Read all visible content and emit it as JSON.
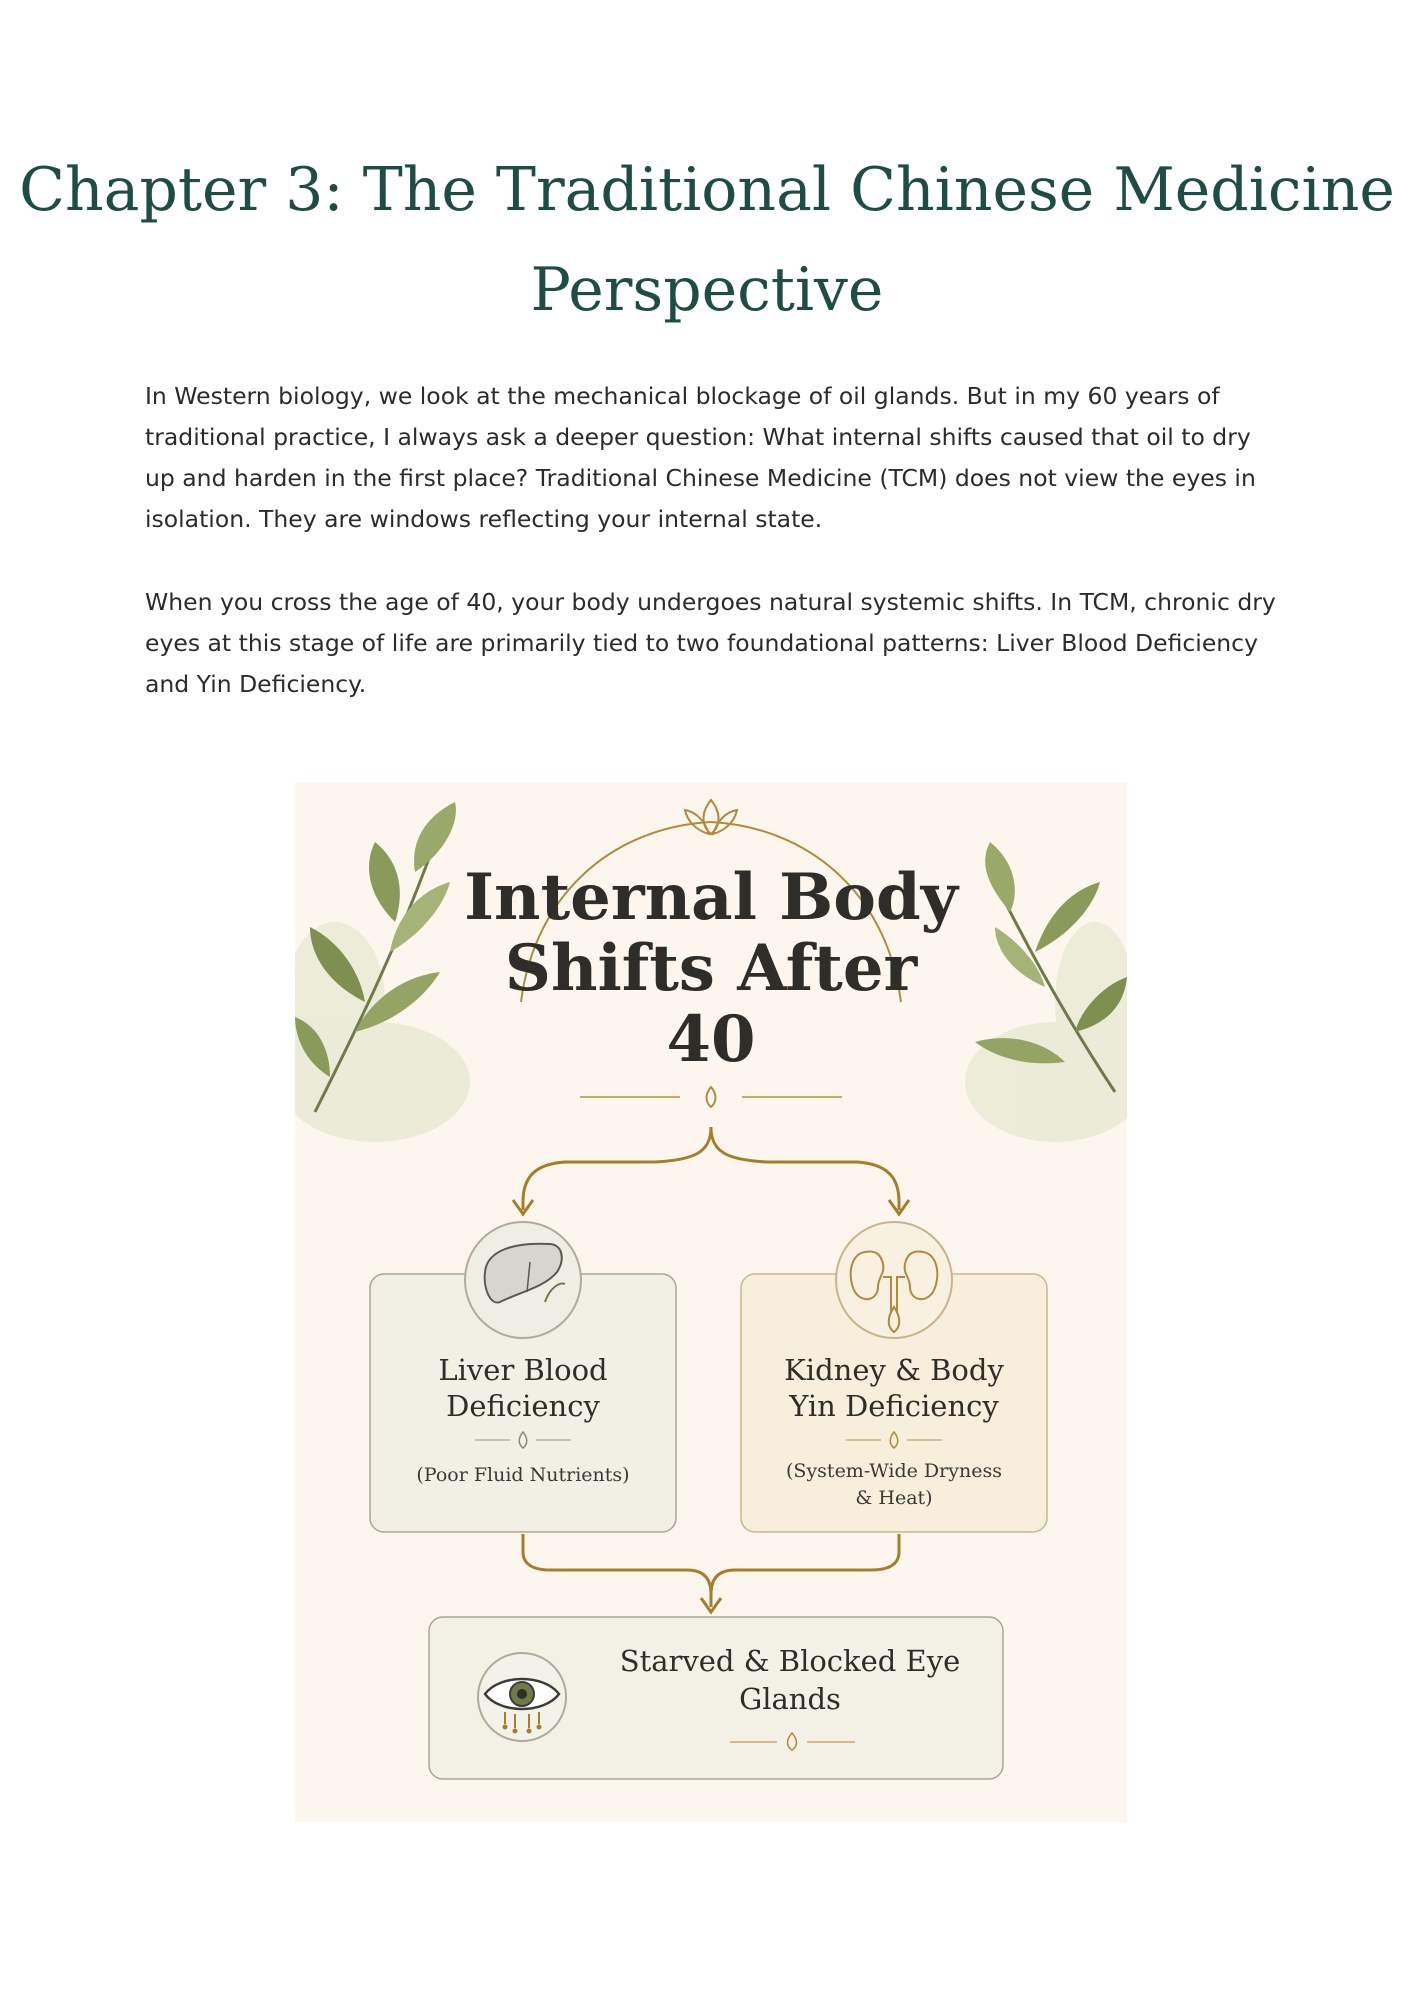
{
  "chapter": {
    "title": "Chapter 3: The Traditional Chinese Medicine Perspective",
    "paragraphs": [
      "In Western biology, we look at the mechanical blockage of oil glands. But in my 60 years of traditional practice, I always ask a deeper question: What internal shifts caused that oil to dry up and harden in the first place? Traditional Chinese Medicine (TCM) does not view the eyes in isolation. They are windows reflecting your internal state.",
      "When you cross the age of 40, your body undergoes natural systemic shifts. In TCM, chronic dry eyes at this stage of life are primarily tied to two foundational patterns: Liver Blood Deficiency and Yin Deficiency."
    ]
  },
  "infographic": {
    "title": "Internal Body Shifts After 40",
    "cards": [
      {
        "title": "Liver Blood Deficiency",
        "subtitle": "(Poor Fluid Nutrients)",
        "icon": "liver-icon"
      },
      {
        "title": "Kidney & Body Yin Deficiency",
        "subtitle": "(System-Wide Dryness & Heat)",
        "icon": "kidneys-icon"
      }
    ],
    "result": {
      "title": "Starved & Blocked Eye Glands",
      "icon": "eye-icon"
    },
    "colors": {
      "background": "#fcf6ee",
      "gold": "#b08a3e",
      "leaf": "#8a9a5b",
      "heading": "#1f4d45"
    }
  }
}
